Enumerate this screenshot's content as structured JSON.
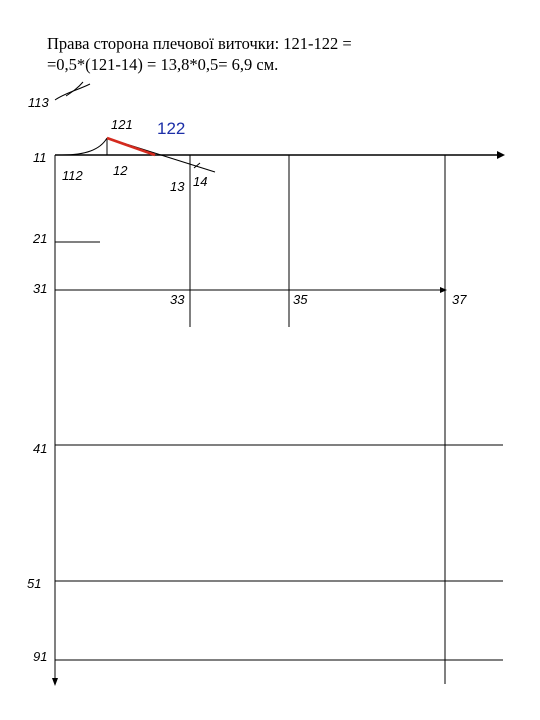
{
  "title": {
    "line1": "Права сторона плечової виточки: 121-122 =",
    "line2": "=0,5*(121-14) = 13,8*0,5= 6,9 см."
  },
  "labels": {
    "p113": "113",
    "p121": "121",
    "p122": "122",
    "p11": "11",
    "p112": "112",
    "p12": "12",
    "p13": "13",
    "p14": "14",
    "p21": "21",
    "p31": "31",
    "p33": "33",
    "p35": "35",
    "p37": "37",
    "p41": "41",
    "p51": "51",
    "p91": "91"
  },
  "colors": {
    "lines": "#000000",
    "shoulder_dart_side": "#d42a1e",
    "highlight_label": "#1c2fa8"
  }
}
